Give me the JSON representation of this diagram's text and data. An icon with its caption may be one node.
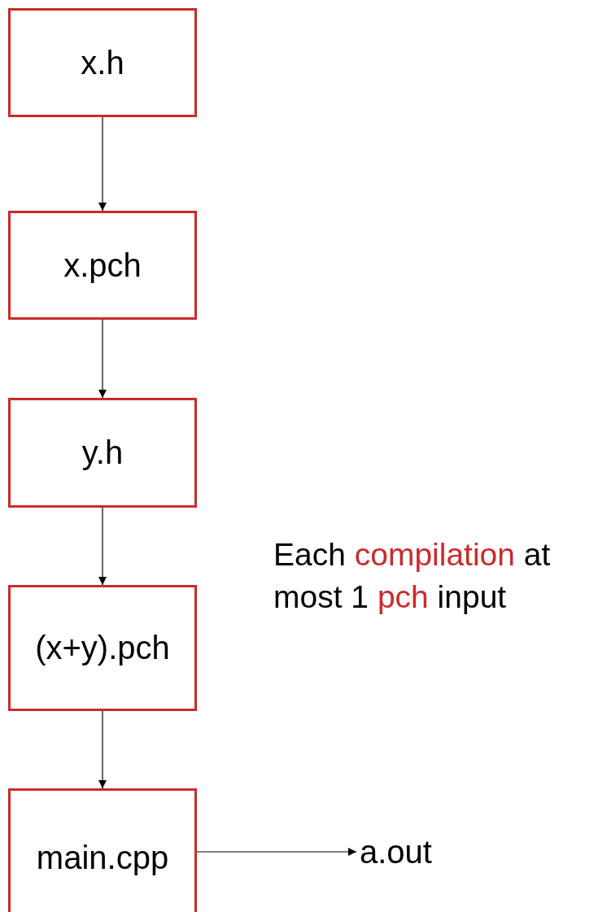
{
  "diagram": {
    "nodes": [
      {
        "text": [
          "x.h"
        ]
      },
      {
        "text": [
          "x.pch"
        ]
      },
      {
        "text": [
          "y.h"
        ]
      },
      {
        "text": [
          "(x+y).pch"
        ]
      },
      {
        "text": [
          "main.cpp"
        ]
      },
      {
        "text": [
          "a.out"
        ]
      }
    ],
    "edges": [
      {
        "from": 0,
        "to": 1,
        "arrow": "to"
      },
      {
        "from": 1,
        "to": 2,
        "arrow": "to"
      },
      {
        "from": 2,
        "to": 3,
        "arrow": "to"
      },
      {
        "from": 3,
        "to": 4,
        "arrow": "to"
      },
      {
        "from": 4,
        "to": 5,
        "arrow": "to"
      }
    ],
    "labels": [
      "Each *compilation* at most 1 *pch* input"
    ]
  }
}
